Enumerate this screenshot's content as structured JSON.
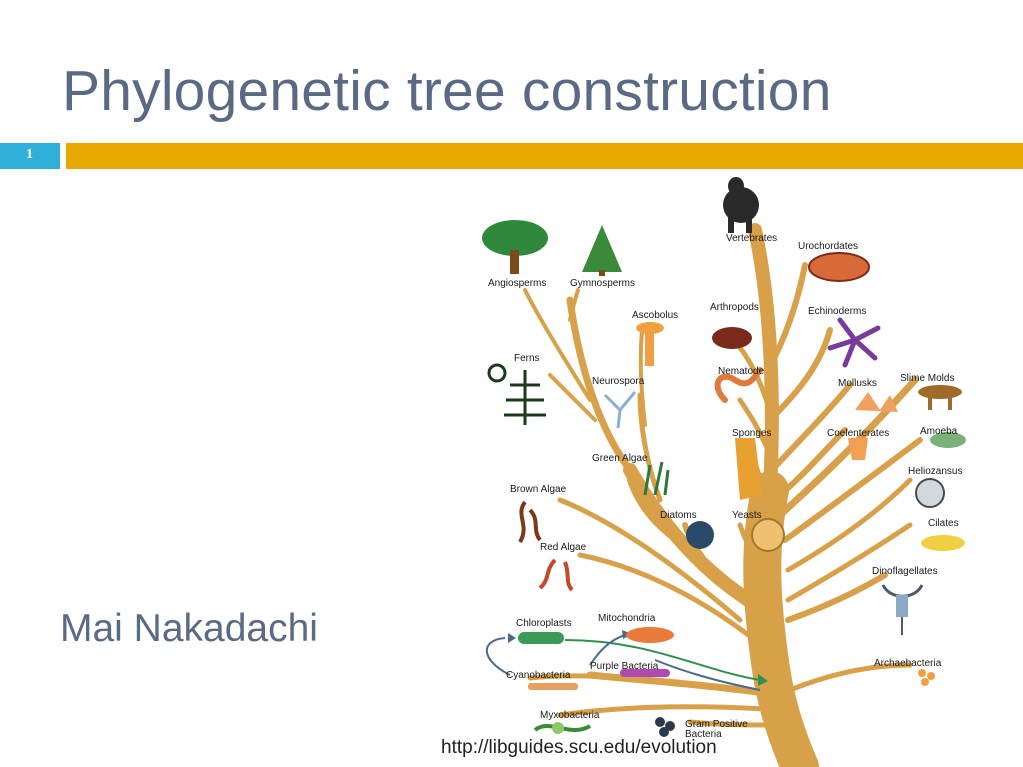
{
  "slide": {
    "title": "Phylogenetic tree construction",
    "number": "1",
    "author": "Mai Nakadachi",
    "source_url": "http://libguides.scu.edu/evolution"
  },
  "colors": {
    "title_text": "#5b6a84",
    "accent_bar": "#e8a800",
    "number_box": "#2fb0d8",
    "tree_branch": "#d9a04a"
  },
  "tree": {
    "labels": {
      "vertebrates": "Vertebrates",
      "urochordates": "Urochordates",
      "angiosperms": "Angiosperms",
      "gymnosperms": "Gymnosperms",
      "arthropods": "Arthropods",
      "echinoderms": "Echinoderms",
      "ascobolus": "Ascobolus",
      "ferns": "Ferns",
      "nematode": "Nematode",
      "slime_molds": "Slime Molds",
      "mollusks": "Mollusks",
      "neurospora": "Neurospora",
      "sponges": "Sponges",
      "coelenterates": "Coelenterates",
      "amoeba": "Amoeba",
      "green_algae": "Green Algae",
      "heliozansus": "Heliozansus",
      "brown_algae": "Brown Algae",
      "diatoms": "Diatoms",
      "yeasts": "Yeasts",
      "cilates": "Cilates",
      "red_algae": "Red Algae",
      "dinoflagellates": "Dinoflagellates",
      "chloroplasts": "Chloroplasts",
      "mitochondria": "Mitochondria",
      "archaebacteria": "Archaebacteria",
      "purple_bacteria": "Purple Bacteria",
      "cyanobacteria": "Cyanobacteria",
      "myxobacteria": "Myxobacteria",
      "gram_positive_line1": "Gram Positive",
      "gram_positive_line2": "Bacteria"
    }
  }
}
